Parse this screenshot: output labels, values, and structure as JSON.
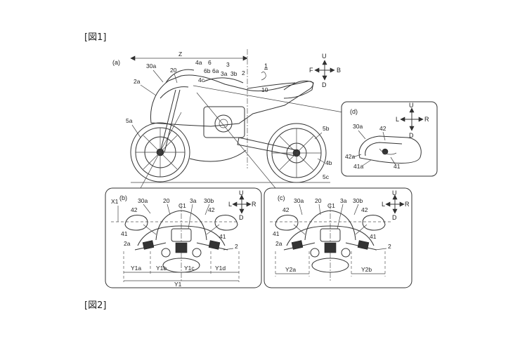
{
  "figures": {
    "fig1_label": "[図1]",
    "fig2_label": "[図2]"
  },
  "main": {
    "sub_label": "(a)",
    "ref_number": "1",
    "z_label": "Z",
    "axes": {
      "up": "U",
      "down": "D",
      "front": "F",
      "back": "B"
    },
    "labels": {
      "l30a": "30a",
      "l20": "20",
      "l4a": "4a",
      "l6": "6",
      "l6b": "6b",
      "l6a": "6a",
      "l3": "3",
      "l3a": "3a",
      "l3b": "3b",
      "l2": "2",
      "l4c": "4c",
      "l2a": "2a",
      "l10": "10",
      "l5a": "5a",
      "l5b": "5b",
      "l4b": "4b",
      "l5c": "5c"
    }
  },
  "panel_b": {
    "sub_label": "(b)",
    "axes": {
      "up": "U",
      "down": "D",
      "left": "L",
      "right": "R"
    },
    "labels": {
      "x1": "X1",
      "l30a": "30a",
      "l20": "20",
      "c1": "C1",
      "l3a": "3a",
      "l30b": "30b",
      "l42a": "42",
      "l42b": "42",
      "l41a": "41",
      "l41b": "41",
      "l2a": "2a",
      "l2": "2",
      "y1a": "Y1a",
      "y1b": "Y1b",
      "y1c": "Y1c",
      "y1d": "Y1d",
      "y1": "Y1"
    }
  },
  "panel_c": {
    "sub_label": "(c)",
    "axes": {
      "up": "U",
      "down": "D",
      "left": "L",
      "right": "R"
    },
    "labels": {
      "l30a": "30a",
      "l20": "20",
      "c1": "C1",
      "l3a": "3a",
      "l30b": "30b",
      "l42a": "42",
      "l42b": "42",
      "l41a": "41",
      "l41b": "41",
      "l2a": "2a",
      "l2": "2",
      "y2a": "Y2a",
      "y2b": "Y2b"
    }
  },
  "panel_d": {
    "sub_label": "(d)",
    "axes": {
      "up": "U",
      "down": "D",
      "left": "L",
      "right": "R"
    },
    "labels": {
      "l30a": "30a",
      "l42": "42",
      "l42a": "42a",
      "l41a": "41a",
      "l41": "41"
    }
  }
}
